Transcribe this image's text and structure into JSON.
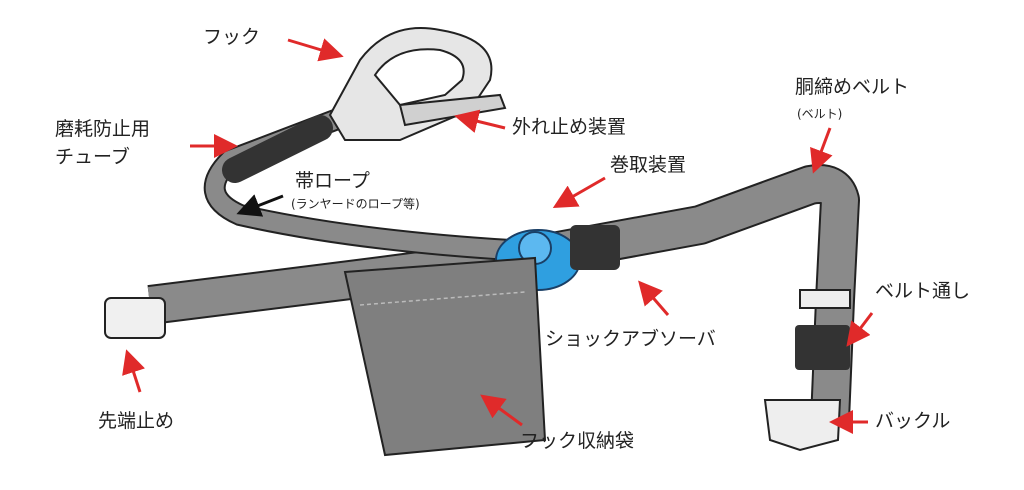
{
  "labels": {
    "hook": "フック",
    "latch": "外れ止め装置",
    "tube_1": "磨耗防止用",
    "tube_2": "チューブ",
    "strap_rope": "帯ロープ",
    "strap_rope_note": "(ランヤードのロープ等)",
    "winder": "巻取装置",
    "waist_belt": "胴締めベルト",
    "waist_belt_note": "(ベルト)",
    "belt_loop": "ベルト通し",
    "shock_absorber": "ショックアブソーバ",
    "buckle": "バックル",
    "end_stop": "先端止め",
    "hook_pouch": "フック収納袋"
  },
  "colors": {
    "arrow": "#e02a2a",
    "belt": "#808080",
    "absorber": "#2f9fe0",
    "outline": "#222222"
  }
}
